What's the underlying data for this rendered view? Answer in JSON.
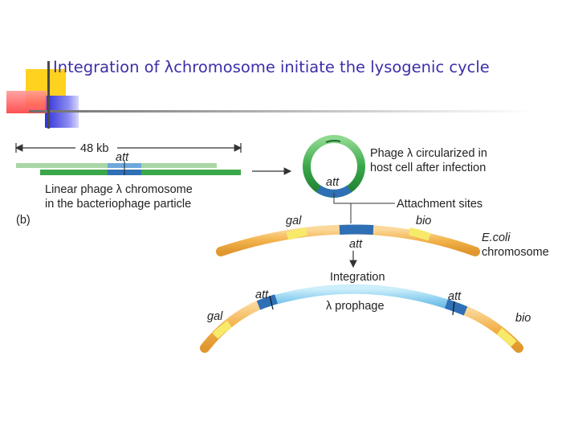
{
  "title_prefix": "Integration of ",
  "title_lambda": "λ",
  "title_suffix": "chromosome initiate the lysogenic cycle",
  "diagram": {
    "length_label": "48 kb",
    "att_label": "att",
    "linear_caption_line1": "Linear phage λ chromosome",
    "linear_caption_line2": "in the bacteriophage particle",
    "panel_label": "(b)",
    "circular_caption_line1": "Phage λ circularized in",
    "circular_caption_line2": "host cell after infection",
    "attachment_sites_label": "Attachment sites",
    "gal_label": "gal",
    "bio_label": "bio",
    "ecoli_label_line1": "E.coli",
    "ecoli_label_line2": "chromosome",
    "integration_label": "Integration",
    "prophage_label": "λ prophage",
    "colors": {
      "phage_green": "#3aa84a",
      "att_blue": "#2f6fb5",
      "ecoli_orange": "#f2b347",
      "prophage_blue": "#8fd0f0",
      "gal_bio_yellow": "#f7ea6a",
      "title_color": "#3a2fa8"
    }
  }
}
